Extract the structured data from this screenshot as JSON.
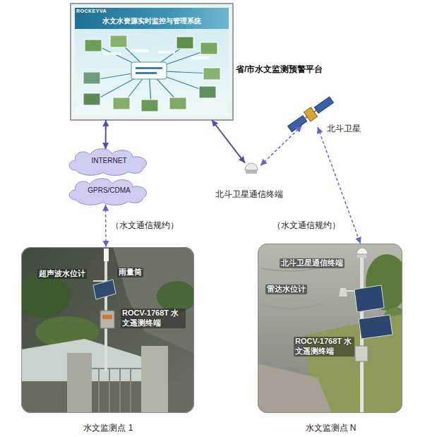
{
  "diagram": {
    "nodes": [
      {
        "text": [
          "ROCKEYVA",
          "水文水资源实时监控与管理系统",
          "省/市水文监测预警平台"
        ]
      },
      {
        "text": [
          "北斗卫星"
        ]
      },
      {
        "text": [
          "INTERNET"
        ]
      },
      {
        "text": [
          "GPRS/CDMA"
        ]
      },
      {
        "text": [
          "北斗卫星通信终端"
        ]
      },
      {
        "text": [
          "水文监测点 1",
          "超声波水位计",
          "雨量筒",
          "ROCV-1768T 水文遥测终端"
        ]
      },
      {
        "text": [
          "水文监测点 N",
          "北斗卫星通信终端",
          "雷达水位计",
          "ROCV-1768T 水文遥测终端"
        ]
      }
    ],
    "edges": [
      {
        "from": 0,
        "to": 2,
        "arrow": "both"
      },
      {
        "from": 3,
        "to": 5,
        "label": "（水文通信规约）",
        "arrow": "both"
      },
      {
        "from": 0,
        "to": 4,
        "arrow": "both"
      },
      {
        "from": 4,
        "to": 1,
        "arrow": "both"
      },
      {
        "from": 1,
        "to": 6,
        "label": "（水文通信规约）",
        "arrow": "both"
      }
    ]
  }
}
